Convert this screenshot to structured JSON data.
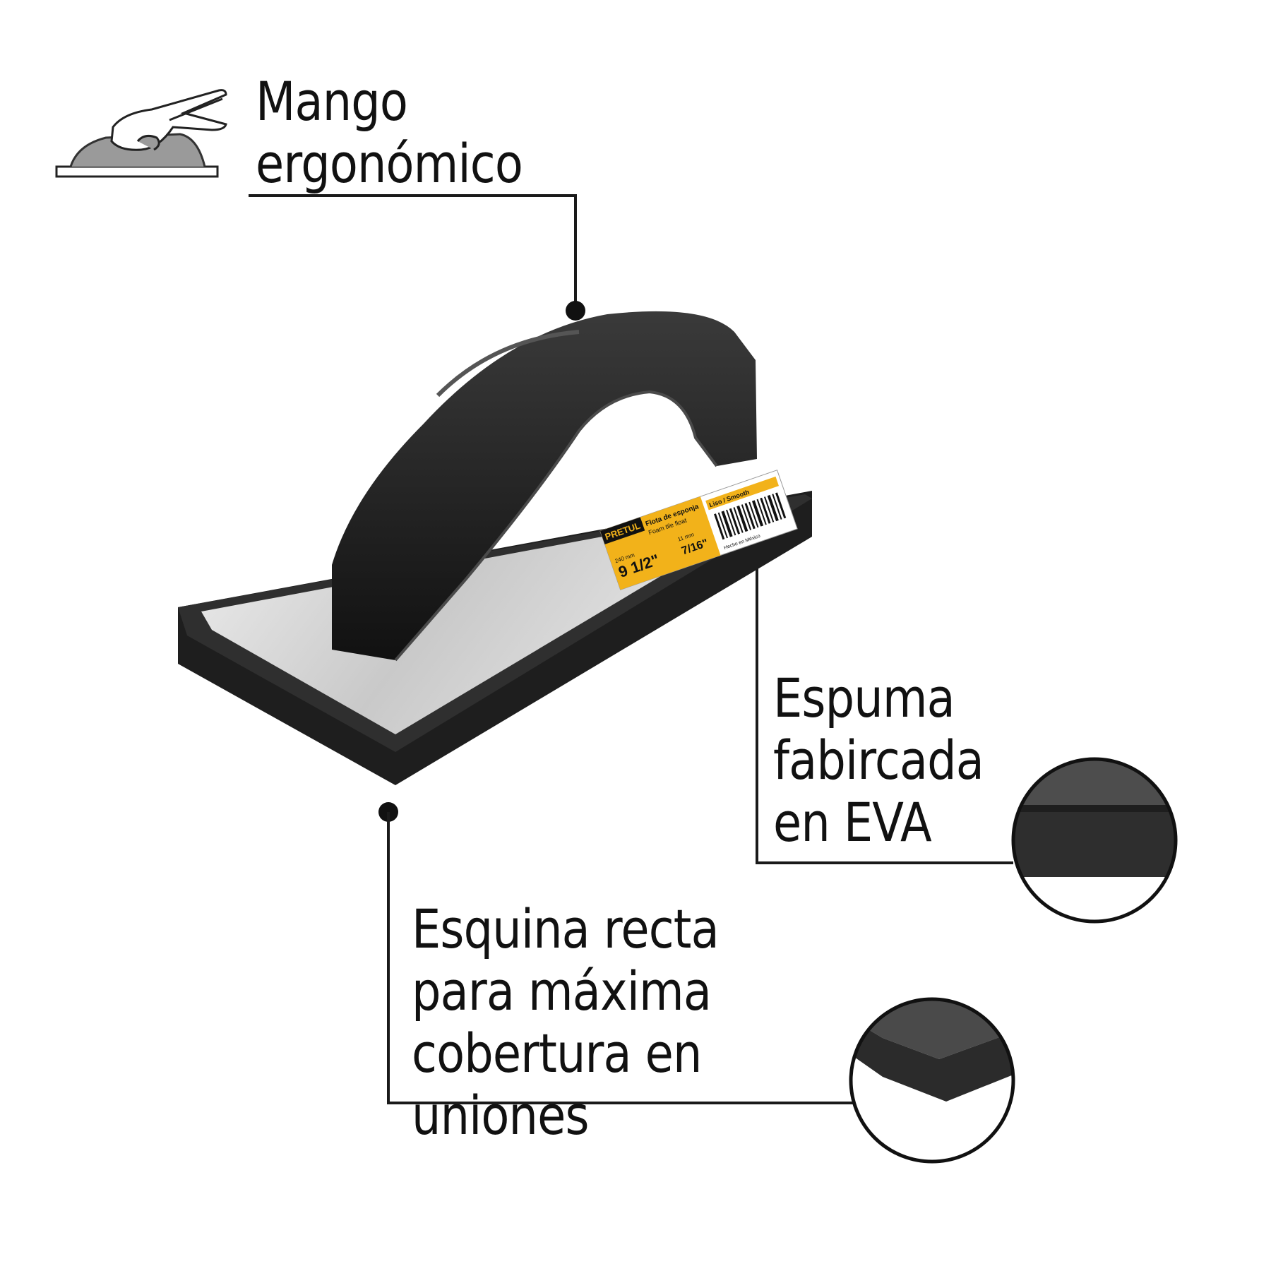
{
  "callouts": {
    "handle": {
      "lines": [
        "Mango",
        "ergonómico"
      ]
    },
    "foam": {
      "lines": [
        "Espuma",
        "fabircada",
        "en EVA"
      ]
    },
    "corner": {
      "lines": [
        "Esquina recta",
        "para máxima",
        "cobertura en",
        "uniones"
      ]
    }
  },
  "product_label": {
    "brand": "PRETUL",
    "name_es": "Flota de esponja",
    "name_en": "Foam tile float",
    "thickness_mm": "11 mm",
    "thickness_in": "7/16\"",
    "length_mm": "240 mm",
    "length_in": "9 1/2\"",
    "finish": "Liso / Smooth",
    "origin": "Hecho en México"
  },
  "colors": {
    "text": "#111111",
    "rubber": "#2b2b2b",
    "plate": "#d9d9d9",
    "label_yellow": "#f2b21a",
    "line": "#1a1a1a"
  },
  "icons": {
    "hand": "hand-on-float-icon",
    "dot": "bullet-dot"
  }
}
